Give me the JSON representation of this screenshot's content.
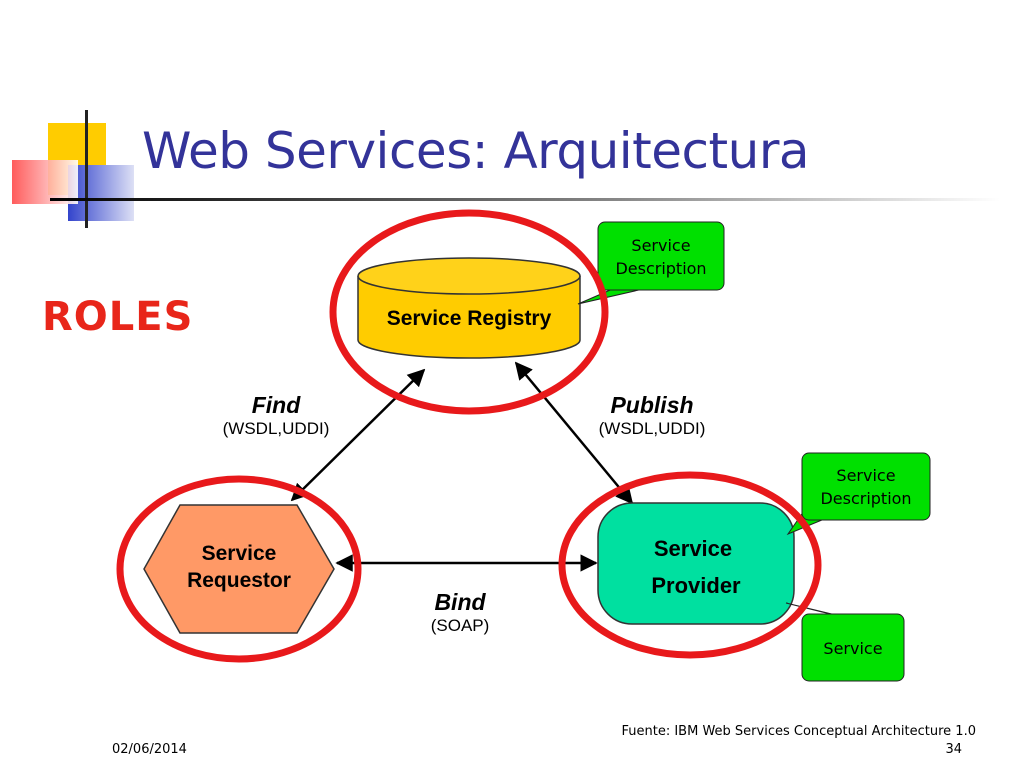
{
  "slide": {
    "title": "Web Services: Arquitectura",
    "roles_label": "ROLES",
    "date": "02/06/2014",
    "page_number": "34",
    "source": "Fuente: IBM Web Services Conceptual Architecture 1.0"
  },
  "nodes": {
    "registry": "Service Registry",
    "requestor_line1": "Service",
    "requestor_line2": "Requestor",
    "provider_line1": "Service",
    "provider_line2": "Provider"
  },
  "operations": {
    "find": {
      "label": "Find",
      "detail": "(WSDL,UDDI)"
    },
    "publish": {
      "label": "Publish",
      "detail": "(WSDL,UDDI)"
    },
    "bind": {
      "label": "Bind",
      "detail": "(SOAP)"
    }
  },
  "callouts": {
    "registry_description_line1": "Service",
    "registry_description_line2": "Description",
    "provider_description_line1": "Service",
    "provider_description_line2": "Description",
    "provider_service": "Service"
  },
  "colors": {
    "title": "#333399",
    "roles": "#e8261a",
    "registry_fill": "#ffcc00",
    "requestor_fill": "#ff9966",
    "provider_fill": "#00e0a0",
    "callout_fill": "#00e000",
    "ring": "#e8191b"
  }
}
